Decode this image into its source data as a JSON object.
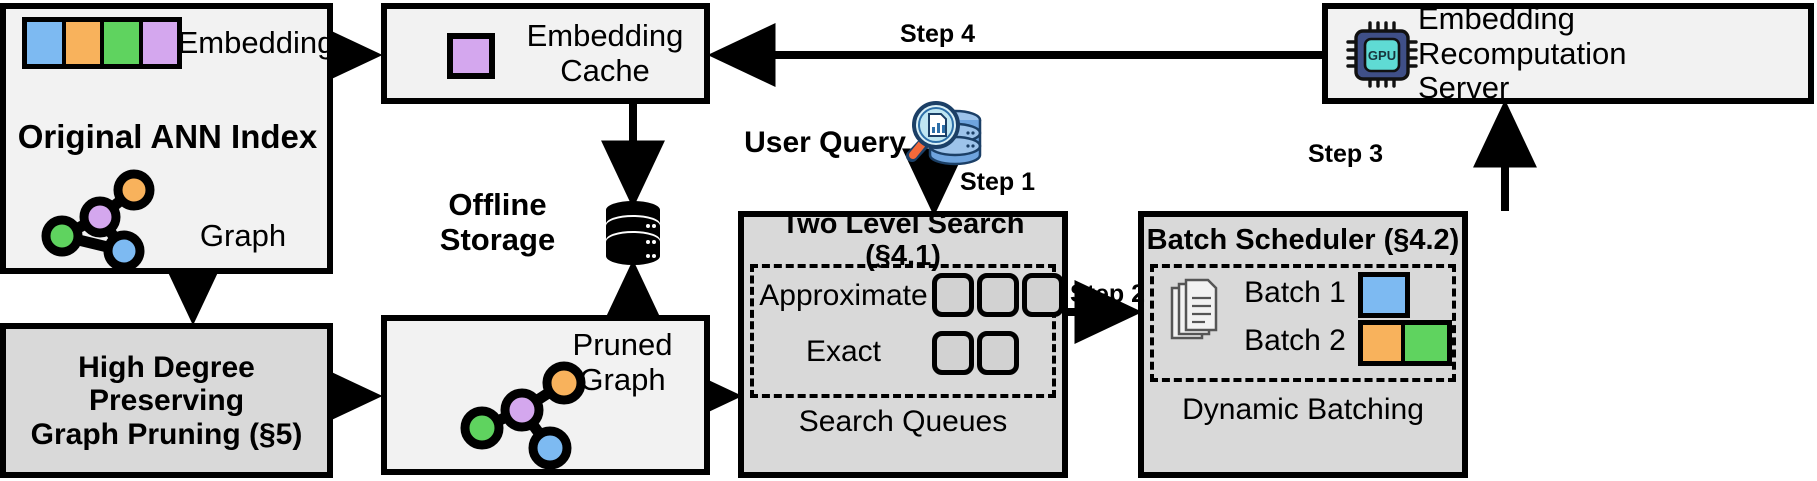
{
  "diagram": {
    "title": "ANN search system architecture with embedding recomputation"
  },
  "colors": {
    "blue": "#7dbaf2",
    "orange": "#f8b25c",
    "green": "#5fd35f",
    "purple": "#d4a7ee",
    "box_light": "#f2f2f2",
    "box_gray": "#d9d9d9",
    "queue_gray": "#d2d2d2",
    "stroke": "#000000",
    "gpu_body": "#3f4f87",
    "gpu_core": "#5fdbd4",
    "db_blue": "#5b8fd4"
  },
  "ann_index": {
    "embedding_label": "Embedding",
    "title": "Original ANN Index",
    "graph_label": "Graph",
    "embedding_cells": [
      "blue",
      "orange",
      "green",
      "purple"
    ],
    "graph_nodes": [
      {
        "name": "orange-node",
        "color": "orange"
      },
      {
        "name": "purple-node",
        "color": "purple"
      },
      {
        "name": "green-node",
        "color": "green"
      },
      {
        "name": "blue-node",
        "color": "blue"
      }
    ],
    "graph_edges": [
      "green-purple",
      "purple-orange",
      "purple-blue",
      "green-blue"
    ]
  },
  "pruning": {
    "title": "High Degree Preserving\nGraph Pruning (§5)"
  },
  "embedding_cache": {
    "title": "Embedding\nCache",
    "swatch_color": "purple"
  },
  "pruned_graph": {
    "label": "Pruned Graph",
    "graph_edges": [
      "green-purple",
      "purple-orange",
      "purple-blue"
    ]
  },
  "offline_storage": {
    "label": "Offline\nStorage",
    "icon": "database-cylinder-icon"
  },
  "user_query": {
    "label": "User Query",
    "icon": "query-search-database-icon"
  },
  "two_level_search": {
    "title": "Two Level Search (§4.1)",
    "approximate_label": "Approximate",
    "exact_label": "Exact",
    "approximate_slots": 3,
    "exact_slots": 2,
    "footer": "Search Queues"
  },
  "batch_scheduler": {
    "title": "Batch Scheduler (§4.2)",
    "icon": "documents-stack-icon",
    "batches": [
      {
        "label": "Batch 1",
        "chips": [
          "blue"
        ]
      },
      {
        "label": "Batch 2",
        "chips": [
          "orange",
          "green"
        ]
      }
    ],
    "footer": "Dynamic Batching"
  },
  "recomputation_server": {
    "title": "Embedding\nRecomputation\nServer",
    "icon": "gpu-chip-icon",
    "icon_text": "GPU"
  },
  "steps": {
    "step1": "Step 1",
    "step2": "Step 2",
    "step3": "Step 3",
    "step4": "Step 4"
  }
}
